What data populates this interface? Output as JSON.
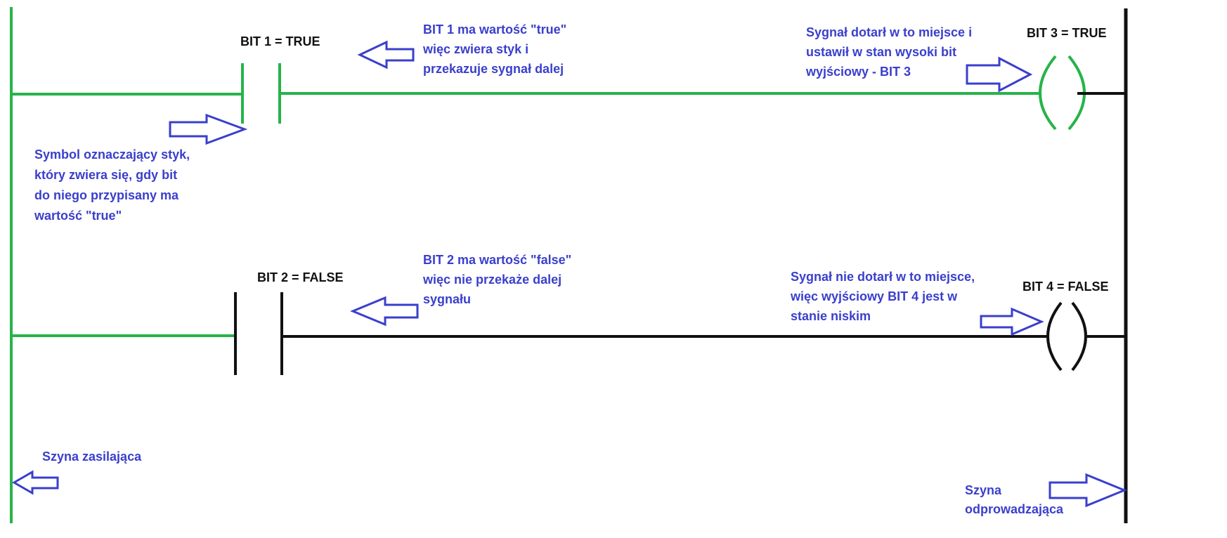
{
  "colors": {
    "energized": "#27b34a",
    "wire": "#111111",
    "annotation": "#3a3fcc",
    "arrow_fill": "#ffffff"
  },
  "labels": {
    "bit1": "BIT 1 = TRUE",
    "bit2": "BIT 2 = FALSE",
    "bit3": "BIT 3 = TRUE",
    "bit4": "BIT 4 = FALSE"
  },
  "notes": {
    "bit1_true": [
      "BIT 1 ma wartość \"true\"",
      "więc zwiera styk i",
      "przekazuje sygnał dalej"
    ],
    "bit3_reached": [
      "Sygnał dotarł w to miejsce i",
      "ustawił w stan wysoki bit",
      "wyjściowy -  BIT 3"
    ],
    "contact_symbol": [
      "Symbol oznaczający styk,",
      "który zwiera się, gdy bit",
      "do niego przypisany ma",
      "wartość \"true\""
    ],
    "bit2_false": [
      "BIT 2 ma wartość \"false\"",
      "więc nie przekaże dalej",
      "sygnału"
    ],
    "bit4_not_reached": [
      "Sygnał nie dotarł w to miejsce,",
      "więc wyjściowy BIT 4 jest w",
      "stanie niskim"
    ],
    "power_rail": "Szyna zasilająca",
    "return_rail": [
      "Szyna",
      "odprowadzająca"
    ]
  }
}
